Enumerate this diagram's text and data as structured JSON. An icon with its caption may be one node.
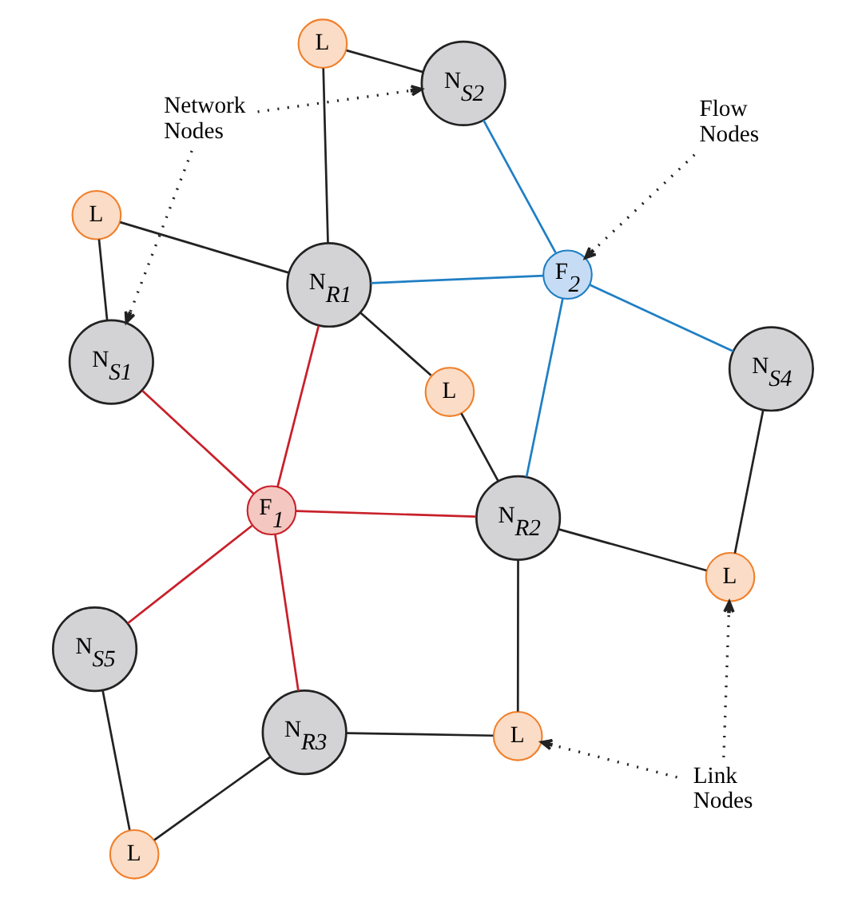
{
  "diagram": {
    "nodes": [
      {
        "text": [
          "F$_{1}$"
        ]
      },
      {
        "text": [
          "N$_{S5}$"
        ]
      },
      {
        "text": [
          "N$_{R3}$"
        ]
      },
      {
        "text": [
          "L"
        ]
      },
      {
        "text": [
          "N$_{S1}$"
        ]
      },
      {
        "text": [
          "L"
        ]
      },
      {
        "text": [
          "Link Nodes"
        ]
      },
      {
        "text": [
          "N$_{R2}$"
        ]
      },
      {
        "text": [
          "L"
        ]
      },
      {
        "text": [
          "Network Nodes"
        ]
      },
      {
        "text": [
          "N$_{R1}$"
        ]
      },
      {
        "text": [
          "L"
        ]
      },
      {
        "text": [
          "L"
        ]
      },
      {
        "text": [
          "N$_{S4}$"
        ]
      },
      {
        "text": [
          "L"
        ]
      },
      {
        "text": [
          "N$_{S2}$"
        ]
      },
      {
        "text": [
          "F$_{2}$"
        ]
      },
      {
        "text": [
          "Flow Nodes"
        ]
      }
    ],
    "edges": [
      {
        "from": 0,
        "to": 1,
        "arrow": "none",
        "color": "#c8202a"
      },
      {
        "from": 0,
        "to": 2,
        "arrow": "none",
        "color": "#c8202a"
      },
      {
        "from": 0,
        "to": 4,
        "arrow": "none",
        "color": "#c8202a"
      },
      {
        "from": 0,
        "to": 10,
        "arrow": "none",
        "color": "#c8202a"
      },
      {
        "from": 0,
        "to": 7,
        "arrow": "none",
        "color": "#c8202a"
      },
      {
        "from": 2,
        "to": 3,
        "arrow": "none"
      },
      {
        "from": 3,
        "to": 1,
        "arrow": "none"
      },
      {
        "from": 2,
        "to": 5,
        "arrow": "none"
      },
      {
        "from": 5,
        "to": 7,
        "arrow": "none"
      },
      {
        "from": 4,
        "to": 8,
        "arrow": "none"
      },
      {
        "from": 8,
        "to": 10,
        "arrow": "none"
      },
      {
        "from": 10,
        "to": 11,
        "arrow": "none"
      },
      {
        "from": 11,
        "to": 7,
        "arrow": "none"
      },
      {
        "from": 7,
        "to": 12,
        "arrow": "none"
      },
      {
        "from": 12,
        "to": 13,
        "arrow": "none"
      },
      {
        "from": 10,
        "to": 14,
        "arrow": "none"
      },
      {
        "from": 14,
        "to": 15,
        "arrow": "none"
      },
      {
        "from": 16,
        "to": 10,
        "arrow": "none",
        "color": "#1f7fc4"
      },
      {
        "from": 16,
        "to": 7,
        "arrow": "none",
        "color": "#1f7fc4"
      },
      {
        "from": 16,
        "to": 13,
        "arrow": "none",
        "color": "#1f7fc4"
      },
      {
        "from": 16,
        "to": 15,
        "arrow": "none",
        "color": "#1f7fc4"
      },
      {
        "from": 6,
        "to": 5,
        "arrow": "to",
        "style": "dashed"
      },
      {
        "from": 6,
        "to": 12,
        "arrow": "to",
        "style": "dashed"
      },
      {
        "from": 9,
        "to": 4,
        "arrow": "to",
        "style": "dashed"
      },
      {
        "from": 9,
        "to": 15,
        "arrow": "to",
        "style": "dashed"
      },
      {
        "from": 17,
        "to": 16,
        "arrow": "to",
        "style": "dashed"
      }
    ]
  }
}
